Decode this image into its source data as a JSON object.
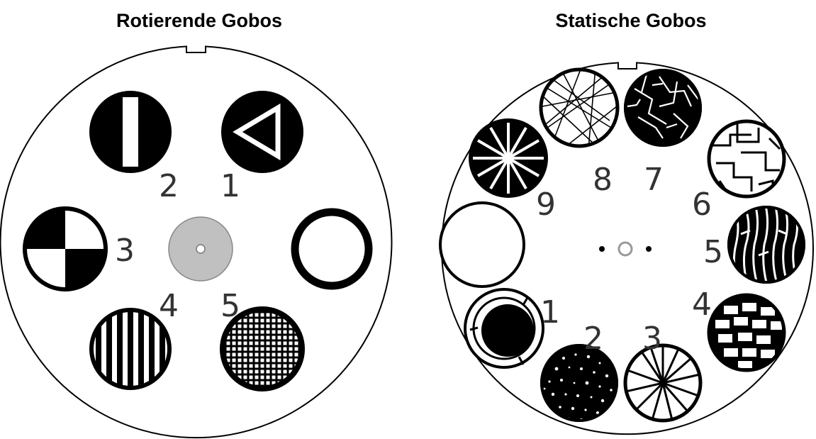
{
  "rotating": {
    "title": "Rotierende Gobos",
    "labels": [
      "1",
      "2",
      "3",
      "4",
      "5"
    ]
  },
  "static": {
    "title": "Statische Gobos",
    "labels": [
      "1",
      "2",
      "3",
      "4",
      "5",
      "6",
      "7",
      "8",
      "9"
    ]
  },
  "colors": {
    "ink": "#000000",
    "center_fill": "#c0c0c0",
    "label": "#333333"
  }
}
